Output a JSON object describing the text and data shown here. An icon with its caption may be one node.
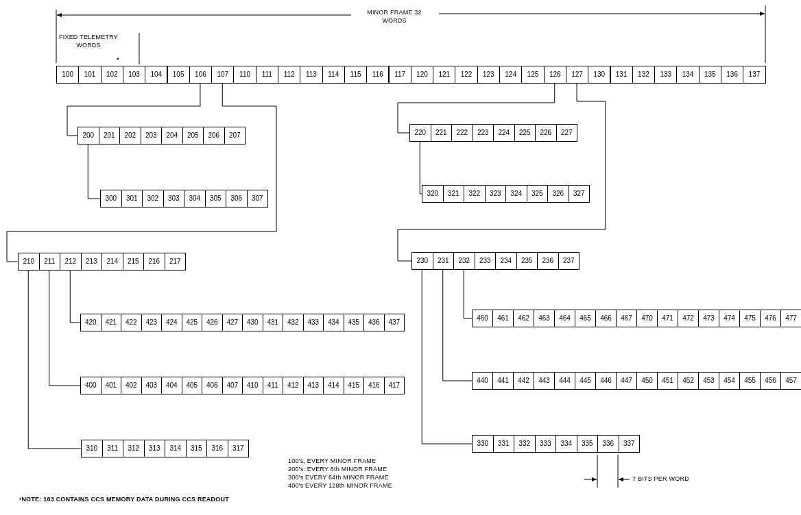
{
  "diagram": {
    "nodes": [
      {
        "text": [
          "100"
        ]
      },
      {
        "text": [
          "101"
        ]
      },
      {
        "text": [
          "102"
        ]
      },
      {
        "text": [
          "103"
        ]
      },
      {
        "text": [
          "104"
        ]
      },
      {
        "text": [
          "105"
        ]
      },
      {
        "text": [
          "106"
        ]
      },
      {
        "text": [
          "107"
        ]
      },
      {
        "text": [
          "110"
        ]
      },
      {
        "text": [
          "111"
        ]
      },
      {
        "text": [
          "112"
        ]
      },
      {
        "text": [
          "113"
        ]
      },
      {
        "text": [
          "114"
        ]
      },
      {
        "text": [
          "115"
        ]
      },
      {
        "text": [
          "116"
        ]
      },
      {
        "text": [
          "117"
        ]
      },
      {
        "text": [
          "120"
        ]
      },
      {
        "text": [
          "121"
        ]
      },
      {
        "text": [
          "122"
        ]
      },
      {
        "text": [
          "123"
        ]
      },
      {
        "text": [
          "124"
        ]
      },
      {
        "text": [
          "125"
        ]
      },
      {
        "text": [
          "126"
        ]
      },
      {
        "text": [
          "127"
        ]
      },
      {
        "text": [
          "130"
        ]
      },
      {
        "text": [
          "131"
        ]
      },
      {
        "text": [
          "132"
        ]
      },
      {
        "text": [
          "133"
        ]
      },
      {
        "text": [
          "134"
        ]
      },
      {
        "text": [
          "135"
        ]
      },
      {
        "text": [
          "136"
        ]
      },
      {
        "text": [
          "137"
        ]
      },
      {
        "text": [
          "200"
        ]
      },
      {
        "text": [
          "201"
        ]
      },
      {
        "text": [
          "202"
        ]
      },
      {
        "text": [
          "203"
        ]
      },
      {
        "text": [
          "204"
        ]
      },
      {
        "text": [
          "205"
        ]
      },
      {
        "text": [
          "206"
        ]
      },
      {
        "text": [
          "207"
        ]
      },
      {
        "text": [
          "220"
        ]
      },
      {
        "text": [
          "221"
        ]
      },
      {
        "text": [
          "222"
        ]
      },
      {
        "text": [
          "223"
        ]
      },
      {
        "text": [
          "224"
        ]
      },
      {
        "text": [
          "225"
        ]
      },
      {
        "text": [
          "226"
        ]
      },
      {
        "text": [
          "227"
        ]
      },
      {
        "text": [
          "300"
        ]
      },
      {
        "text": [
          "301"
        ]
      },
      {
        "text": [
          "302"
        ]
      },
      {
        "text": [
          "303"
        ]
      },
      {
        "text": [
          "304"
        ]
      },
      {
        "text": [
          "305"
        ]
      },
      {
        "text": [
          "306"
        ]
      },
      {
        "text": [
          "307"
        ]
      },
      {
        "text": [
          "320"
        ]
      },
      {
        "text": [
          "321"
        ]
      },
      {
        "text": [
          "322"
        ]
      },
      {
        "text": [
          "323"
        ]
      },
      {
        "text": [
          "324"
        ]
      },
      {
        "text": [
          "325"
        ]
      },
      {
        "text": [
          "326"
        ]
      },
      {
        "text": [
          "327"
        ]
      },
      {
        "text": [
          "210"
        ]
      },
      {
        "text": [
          "211"
        ]
      },
      {
        "text": [
          "212"
        ]
      },
      {
        "text": [
          "213"
        ]
      },
      {
        "text": [
          "214"
        ]
      },
      {
        "text": [
          "215"
        ]
      },
      {
        "text": [
          "216"
        ]
      },
      {
        "text": [
          "217"
        ]
      },
      {
        "text": [
          "230"
        ]
      },
      {
        "text": [
          "231"
        ]
      },
      {
        "text": [
          "232"
        ]
      },
      {
        "text": [
          "233"
        ]
      },
      {
        "text": [
          "234"
        ]
      },
      {
        "text": [
          "235"
        ]
      },
      {
        "text": [
          "236"
        ]
      },
      {
        "text": [
          "237"
        ]
      },
      {
        "text": [
          "420"
        ]
      },
      {
        "text": [
          "421"
        ]
      },
      {
        "text": [
          "422"
        ]
      },
      {
        "text": [
          "423"
        ]
      },
      {
        "text": [
          "424"
        ]
      },
      {
        "text": [
          "425"
        ]
      },
      {
        "text": [
          "426"
        ]
      },
      {
        "text": [
          "427"
        ]
      },
      {
        "text": [
          "430"
        ]
      },
      {
        "text": [
          "431"
        ]
      },
      {
        "text": [
          "432"
        ]
      },
      {
        "text": [
          "433"
        ]
      },
      {
        "text": [
          "434"
        ]
      },
      {
        "text": [
          "435"
        ]
      },
      {
        "text": [
          "436"
        ]
      },
      {
        "text": [
          "437"
        ]
      },
      {
        "text": [
          "460"
        ]
      },
      {
        "text": [
          "461"
        ]
      },
      {
        "text": [
          "462"
        ]
      },
      {
        "text": [
          "463"
        ]
      },
      {
        "text": [
          "464"
        ]
      },
      {
        "text": [
          "465"
        ]
      },
      {
        "text": [
          "466"
        ]
      },
      {
        "text": [
          "467"
        ]
      },
      {
        "text": [
          "470"
        ]
      },
      {
        "text": [
          "471"
        ]
      },
      {
        "text": [
          "472"
        ]
      },
      {
        "text": [
          "473"
        ]
      },
      {
        "text": [
          "474"
        ]
      },
      {
        "text": [
          "475"
        ]
      },
      {
        "text": [
          "476"
        ]
      },
      {
        "text": [
          "477"
        ]
      },
      {
        "text": [
          "400"
        ]
      },
      {
        "text": [
          "401"
        ]
      },
      {
        "text": [
          "402"
        ]
      },
      {
        "text": [
          "403"
        ]
      },
      {
        "text": [
          "404"
        ]
      },
      {
        "text": [
          "405"
        ]
      },
      {
        "text": [
          "406"
        ]
      },
      {
        "text": [
          "407"
        ]
      },
      {
        "text": [
          "410"
        ]
      },
      {
        "text": [
          "411"
        ]
      },
      {
        "text": [
          "412"
        ]
      },
      {
        "text": [
          "413"
        ]
      },
      {
        "text": [
          "414"
        ]
      },
      {
        "text": [
          "415"
        ]
      },
      {
        "text": [
          "416"
        ]
      },
      {
        "text": [
          "417"
        ]
      },
      {
        "text": [
          "440"
        ]
      },
      {
        "text": [
          "441"
        ]
      },
      {
        "text": [
          "442"
        ]
      },
      {
        "text": [
          "443"
        ]
      },
      {
        "text": [
          "444"
        ]
      },
      {
        "text": [
          "445"
        ]
      },
      {
        "text": [
          "446"
        ]
      },
      {
        "text": [
          "447"
        ]
      },
      {
        "text": [
          "450"
        ]
      },
      {
        "text": [
          "451"
        ]
      },
      {
        "text": [
          "452"
        ]
      },
      {
        "text": [
          "453"
        ]
      },
      {
        "text": [
          "454"
        ]
      },
      {
        "text": [
          "455"
        ]
      },
      {
        "text": [
          "456"
        ]
      },
      {
        "text": [
          "457"
        ]
      },
      {
        "text": [
          "310"
        ]
      },
      {
        "text": [
          "311"
        ]
      },
      {
        "text": [
          "312"
        ]
      },
      {
        "text": [
          "313"
        ]
      },
      {
        "text": [
          "314"
        ]
      },
      {
        "text": [
          "315"
        ]
      },
      {
        "text": [
          "316"
        ]
      },
      {
        "text": [
          "317"
        ]
      },
      {
        "text": [
          "330"
        ]
      },
      {
        "text": [
          "331"
        ]
      },
      {
        "text": [
          "332"
        ]
      },
      {
        "text": [
          "333"
        ]
      },
      {
        "text": [
          "334"
        ]
      },
      {
        "text": [
          "335"
        ]
      },
      {
        "text": [
          "336"
        ]
      },
      {
        "text": [
          "337"
        ]
      }
    ],
    "edges": [
      {
        "from": 6,
        "to": 32,
        "arrow": "none"
      },
      {
        "from": 7,
        "to": 64,
        "arrow": "none"
      },
      {
        "from": 22,
        "to": 40,
        "arrow": "none"
      },
      {
        "from": 23,
        "to": 72,
        "arrow": "none"
      },
      {
        "from": 32,
        "to": 48,
        "arrow": "none"
      },
      {
        "from": 40,
        "to": 56,
        "arrow": "none"
      },
      {
        "from": 64,
        "to": 144,
        "arrow": "none"
      },
      {
        "from": 65,
        "to": 112,
        "arrow": "none"
      },
      {
        "from": 66,
        "to": 80,
        "arrow": "none"
      },
      {
        "from": 72,
        "to": 152,
        "arrow": "none"
      },
      {
        "from": 73,
        "to": 128,
        "arrow": "none"
      },
      {
        "from": 74,
        "to": 96,
        "arrow": "none"
      }
    ],
    "labels": [
      "MINOR FRAME 32 WORDS",
      "FIXED TELEMETRY WORDS",
      "•",
      "100's, EVERY MINOR FRAME",
      "200's: EVERY 8th MINOR FRAME",
      "300's EVERY 64th MINOR FRAME",
      "400's EVERY 128th MINOR FRAME",
      "7 BITS PER WORD",
      "•NOTE: 103 CONTAINS CCS MEMORY DATA DURING CCS READOUT"
    ]
  }
}
